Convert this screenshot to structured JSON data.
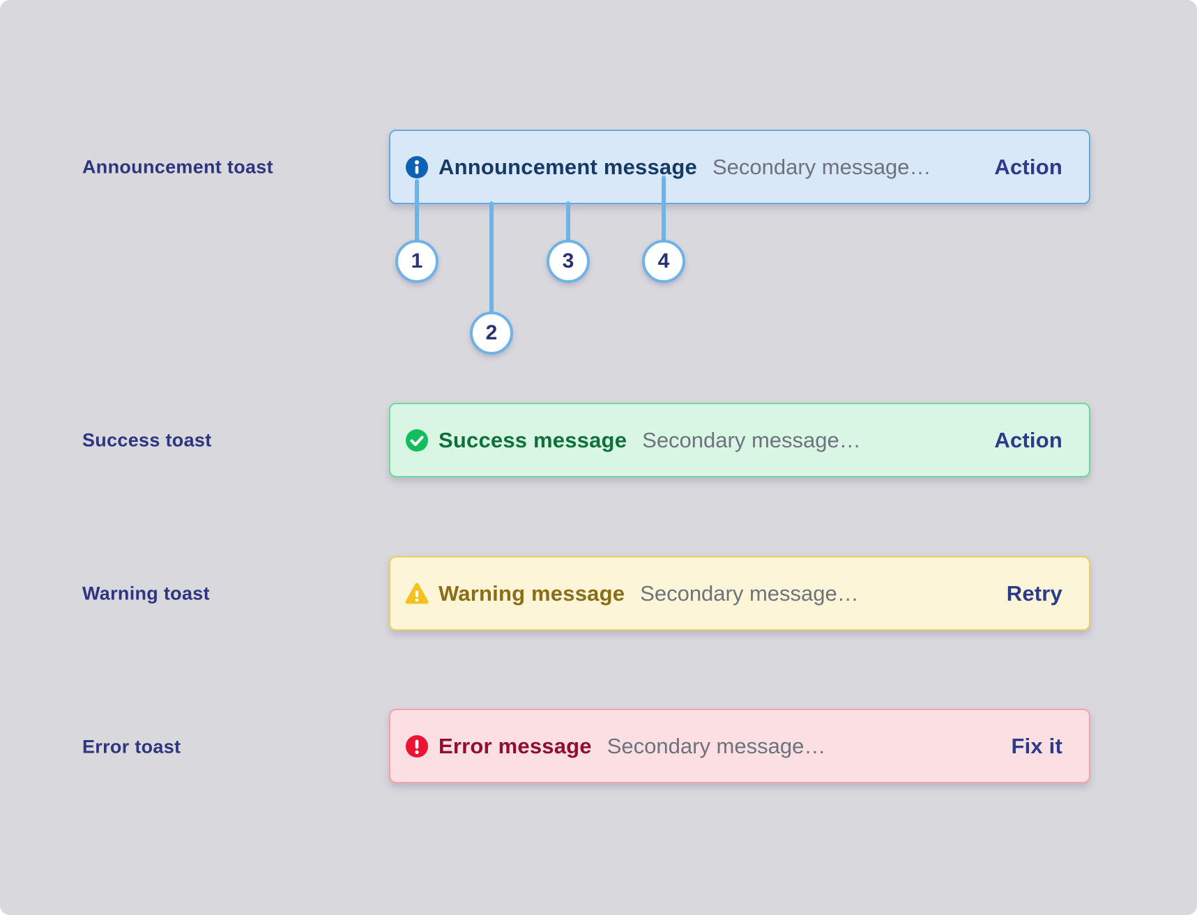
{
  "colors": {
    "page_bg": "#d9d8dd",
    "label_text": "#2e3580",
    "secondary_text": "#6e727c",
    "action_text": "#2b3a8a",
    "callout_line": "#6eb3e8",
    "callout_number": "#283173",
    "announcement": {
      "bg": "#d9e8f8",
      "border": "#64a8e0",
      "text": "#153a66",
      "icon": "#0e62b4"
    },
    "success": {
      "bg": "#d9f6e4",
      "border": "#6fd99b",
      "text": "#10703a",
      "icon": "#12bd5e"
    },
    "warning": {
      "bg": "#fdf5d8",
      "border": "#eccf5e",
      "text": "#8a6e16",
      "icon": "#f5c11c"
    },
    "error": {
      "bg": "#fcdfe3",
      "border": "#f2a2ae",
      "text": "#8e0f2f",
      "icon": "#ee1233"
    }
  },
  "rows": [
    {
      "label": "Announcement toast",
      "variant": "announcement",
      "icon": "info-icon",
      "title": "Announcement message",
      "secondary": "Secondary message…",
      "action": "Action"
    },
    {
      "label": "Success toast",
      "variant": "success",
      "icon": "success-check-icon",
      "title": "Success message",
      "secondary": "Secondary message…",
      "action": "Action"
    },
    {
      "label": "Warning toast",
      "variant": "warning",
      "icon": "warning-triangle-icon",
      "title": "Warning message",
      "secondary": "Secondary message…",
      "action": "Retry"
    },
    {
      "label": "Error toast",
      "variant": "error",
      "icon": "error-alert-icon",
      "title": "Error message",
      "secondary": "Secondary message…",
      "action": "Fix it"
    }
  ],
  "callouts": [
    {
      "number": "1"
    },
    {
      "number": "2"
    },
    {
      "number": "3"
    },
    {
      "number": "4"
    }
  ]
}
